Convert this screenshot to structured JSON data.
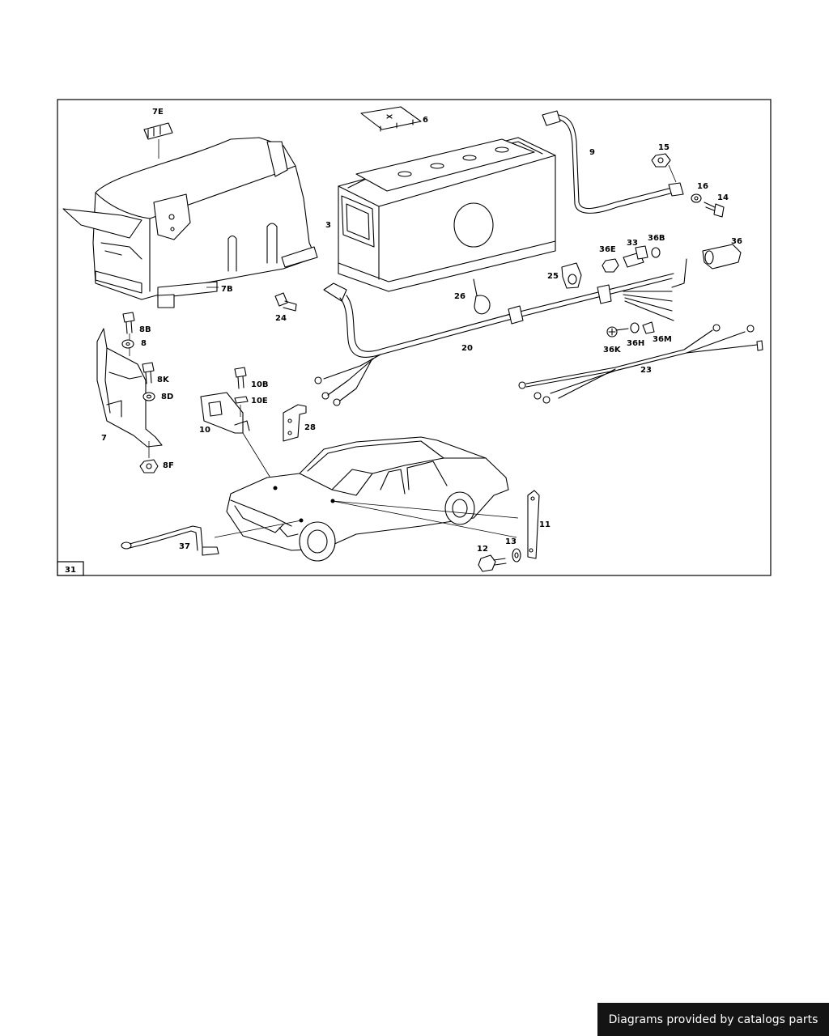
{
  "diagram": {
    "frame_number": "31",
    "labels": {
      "p3": "3",
      "p6": "6",
      "p7": "7",
      "p7b": "7B",
      "p7e": "7E",
      "p8": "8",
      "p8b": "8B",
      "p8d": "8D",
      "p8f": "8F",
      "p8k": "8K",
      "p9": "9",
      "p10": "10",
      "p10b": "10B",
      "p10e": "10E",
      "p11": "11",
      "p12": "12",
      "p13": "13",
      "p14": "14",
      "p15": "15",
      "p16": "16",
      "p20": "20",
      "p23": "23",
      "p24": "24",
      "p25": "25",
      "p26": "26",
      "p28": "28",
      "p33": "33",
      "p36": "36",
      "p36b": "36B",
      "p36e": "36E",
      "p36h": "36H",
      "p36k": "36K",
      "p36m": "36M",
      "p37": "37"
    }
  },
  "watermark": {
    "text": "Diagrams provided by catalogs parts"
  }
}
